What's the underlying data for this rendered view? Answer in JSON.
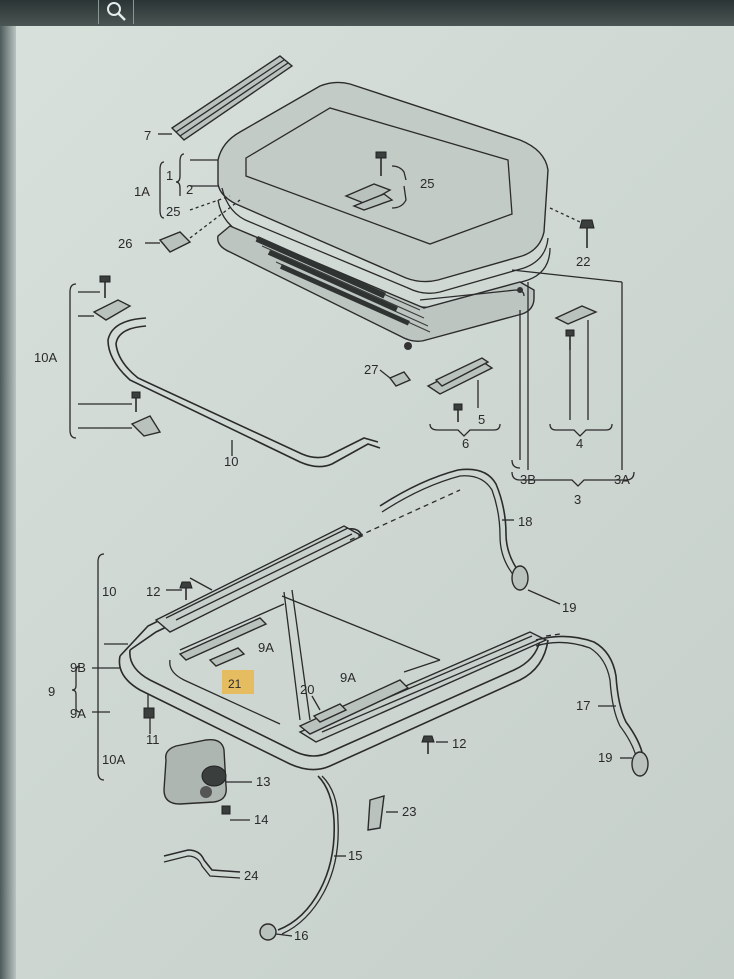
{
  "labels": {
    "l7": "7",
    "l1": "1",
    "l2": "2",
    "l1A": "1A",
    "l25a": "25",
    "l25b": "25",
    "l26": "26",
    "l22": "22",
    "l10A_top": "10A",
    "l27": "27",
    "l5": "5",
    "l6": "6",
    "l10_top": "10",
    "l4": "4",
    "l3B": "3B",
    "l3": "3",
    "l3A": "3A",
    "l18": "18",
    "l19a": "19",
    "l10_bracket": "10",
    "l12a": "12",
    "l9A_a": "9A",
    "l9B": "9B",
    "l9": "9",
    "l9A_left": "9A",
    "l21": "21",
    "l9A_b": "9A",
    "l20": "20",
    "l11": "11",
    "l12b": "12",
    "l17": "17",
    "l19b": "19",
    "l10A_bottom": "10A",
    "l13": "13",
    "l14": "14",
    "l23": "23",
    "l15": "15",
    "l24": "24",
    "l16": "16"
  },
  "highlight": {
    "part": "21",
    "color": "#e9b84c"
  },
  "icons": {
    "toolbar_search": "search-icon"
  }
}
